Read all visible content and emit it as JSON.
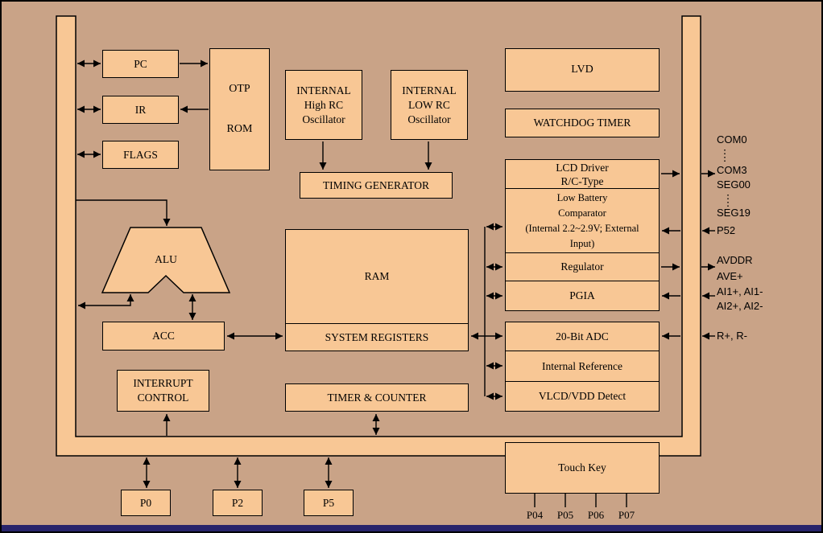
{
  "colors": {
    "background": "#c9a387",
    "block_fill": "#f8c795",
    "line": "#000000",
    "bottom_strip": "#28246b"
  },
  "blocks": {
    "pc": "PC",
    "ir": "IR",
    "flags": "FLAGS",
    "otp_rom": "OTP\nROM",
    "osc_high": "INTERNAL\nHigh RC\nOscillator",
    "osc_low": "INTERNAL\nLOW RC\nOscillator",
    "timing_generator": "TIMING GENERATOR",
    "lvd": "LVD",
    "watchdog": "WATCHDOG TIMER",
    "lcd_driver": "LCD Driver\nR/C-Type",
    "low_battery": "Low Battery\nComparator\n(Internal 2.2~2.9V; External\nInput)",
    "regulator": "Regulator",
    "pgia": "PGIA",
    "adc": "20-Bit ADC",
    "internal_reference": "Internal Reference",
    "vlcd_detect": "VLCD/VDD Detect",
    "alu": "ALU",
    "acc": "ACC",
    "ram": "RAM",
    "system_registers": "SYSTEM REGISTERS",
    "interrupt_control": "INTERRUPT\nCONTROL",
    "timer_counter": "TIMER & COUNTER",
    "touch_key": "Touch Key",
    "p0": "P0",
    "p2": "P2",
    "p5": "P5"
  },
  "right_labels": {
    "com0": "COM0",
    "com3": "COM3",
    "seg00": "SEG00",
    "seg19": "SEG19",
    "p52": "P52",
    "avddr": "AVDDR",
    "ave": "AVE+",
    "ai1": "AI1+, AI1-",
    "ai2": "AI2+, AI2-",
    "r": "R+, R-"
  },
  "bottom_pins": {
    "p04": "P04",
    "p05": "P05",
    "p06": "P06",
    "p07": "P07"
  }
}
